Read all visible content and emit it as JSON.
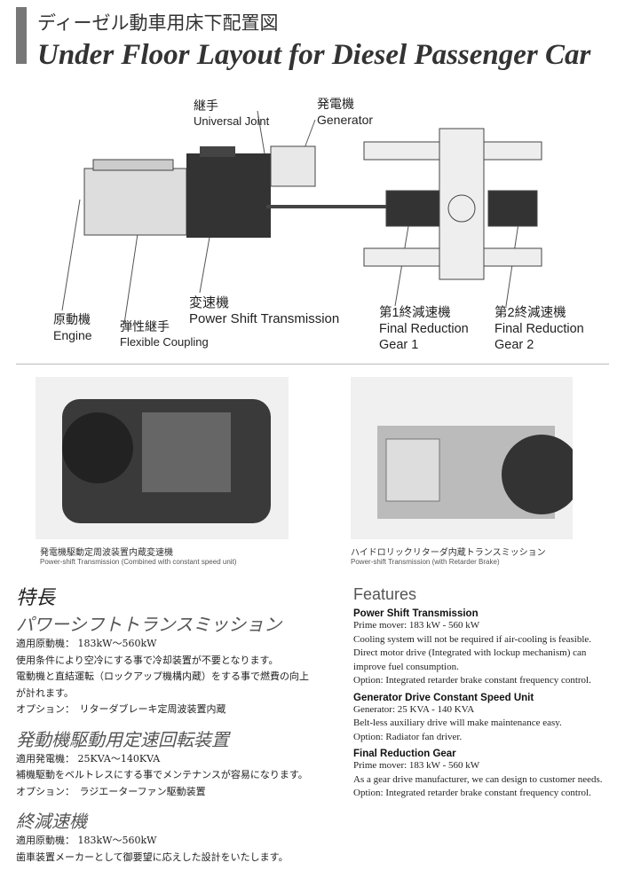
{
  "header": {
    "title_jp": "ディーゼル動車用床下配置図",
    "title_en": "Under Floor Layout for Diesel Passenger Car"
  },
  "diagram": {
    "universal_joint": {
      "jp": "継手",
      "en": "Universal Joint"
    },
    "generator": {
      "jp": "発電機",
      "en": "Generator"
    },
    "engine": {
      "jp": "原動機",
      "en": "Engine"
    },
    "flexible_coupling": {
      "jp": "弾性継手",
      "en": "Flexible Coupling"
    },
    "transmission": {
      "jp": "変速機",
      "en": "Power Shift Transmission"
    },
    "final1": {
      "jp": "第1終減速機",
      "en1": "Final Reduction",
      "en2": "Gear 1"
    },
    "final2": {
      "jp": "第2終減速機",
      "en1": "Final Reduction",
      "en2": "Gear 2"
    }
  },
  "photos": [
    {
      "jp": "発電機駆動定周波装置内蔵変速機",
      "en": "Power-shift Transmission (Combined with constant speed unit)"
    },
    {
      "jp": "ハイドロリックリターダ内蔵トランスミッション",
      "en": "Power-shift Transmission (with Retarder Brake)"
    }
  ],
  "features_jp": {
    "heading": "特長",
    "sections": [
      {
        "title": "パワーシフトトランスミッション",
        "lines": [
          "適用原動機： 183kW～560kW",
          "使用条件により空冷にする事で冷却装置が不要となります。",
          "電動機と直結運転（ロックアップ機構内蔵）をする事で燃費の向上",
          "が計れます。",
          "オプション：　リターダブレーキ定周波装置内蔵"
        ]
      },
      {
        "title": "発動機駆動用定速回転装置",
        "lines": [
          "適用発電機： 25KVA～140KVA",
          "補機駆動をベルトレスにする事でメンテナンスが容易になります。",
          "オプション：　ラジエーターファン駆動装置"
        ]
      },
      {
        "title": "終減速機",
        "lines": [
          "適用原動機： 183kW～560kW",
          "歯車装置メーカーとして御要望に応えした設計をいたします。"
        ]
      }
    ]
  },
  "features_en": {
    "heading": "Features",
    "sections": [
      {
        "title": "Power Shift Transmission",
        "lines": [
          "Prime mover: 183 kW - 560 kW",
          "Cooling system will not be required if air-cooling is feasible.",
          "Direct motor drive (Integrated with lockup mechanism) can",
          "improve fuel consumption.",
          "Option: Integrated retarder brake constant frequency control."
        ]
      },
      {
        "title": "Generator Drive Constant Speed Unit",
        "lines": [
          "Generator: 25 KVA - 140 KVA",
          "Belt-less auxiliary drive will make maintenance easy.",
          "Option: Radiator fan driver."
        ]
      },
      {
        "title": "Final Reduction Gear",
        "lines": [
          "Prime mover: 183 kW - 560 kW",
          "As a gear drive manufacturer, we can design to customer needs.",
          "Option: Integrated retarder brake constant frequency control."
        ]
      }
    ]
  }
}
